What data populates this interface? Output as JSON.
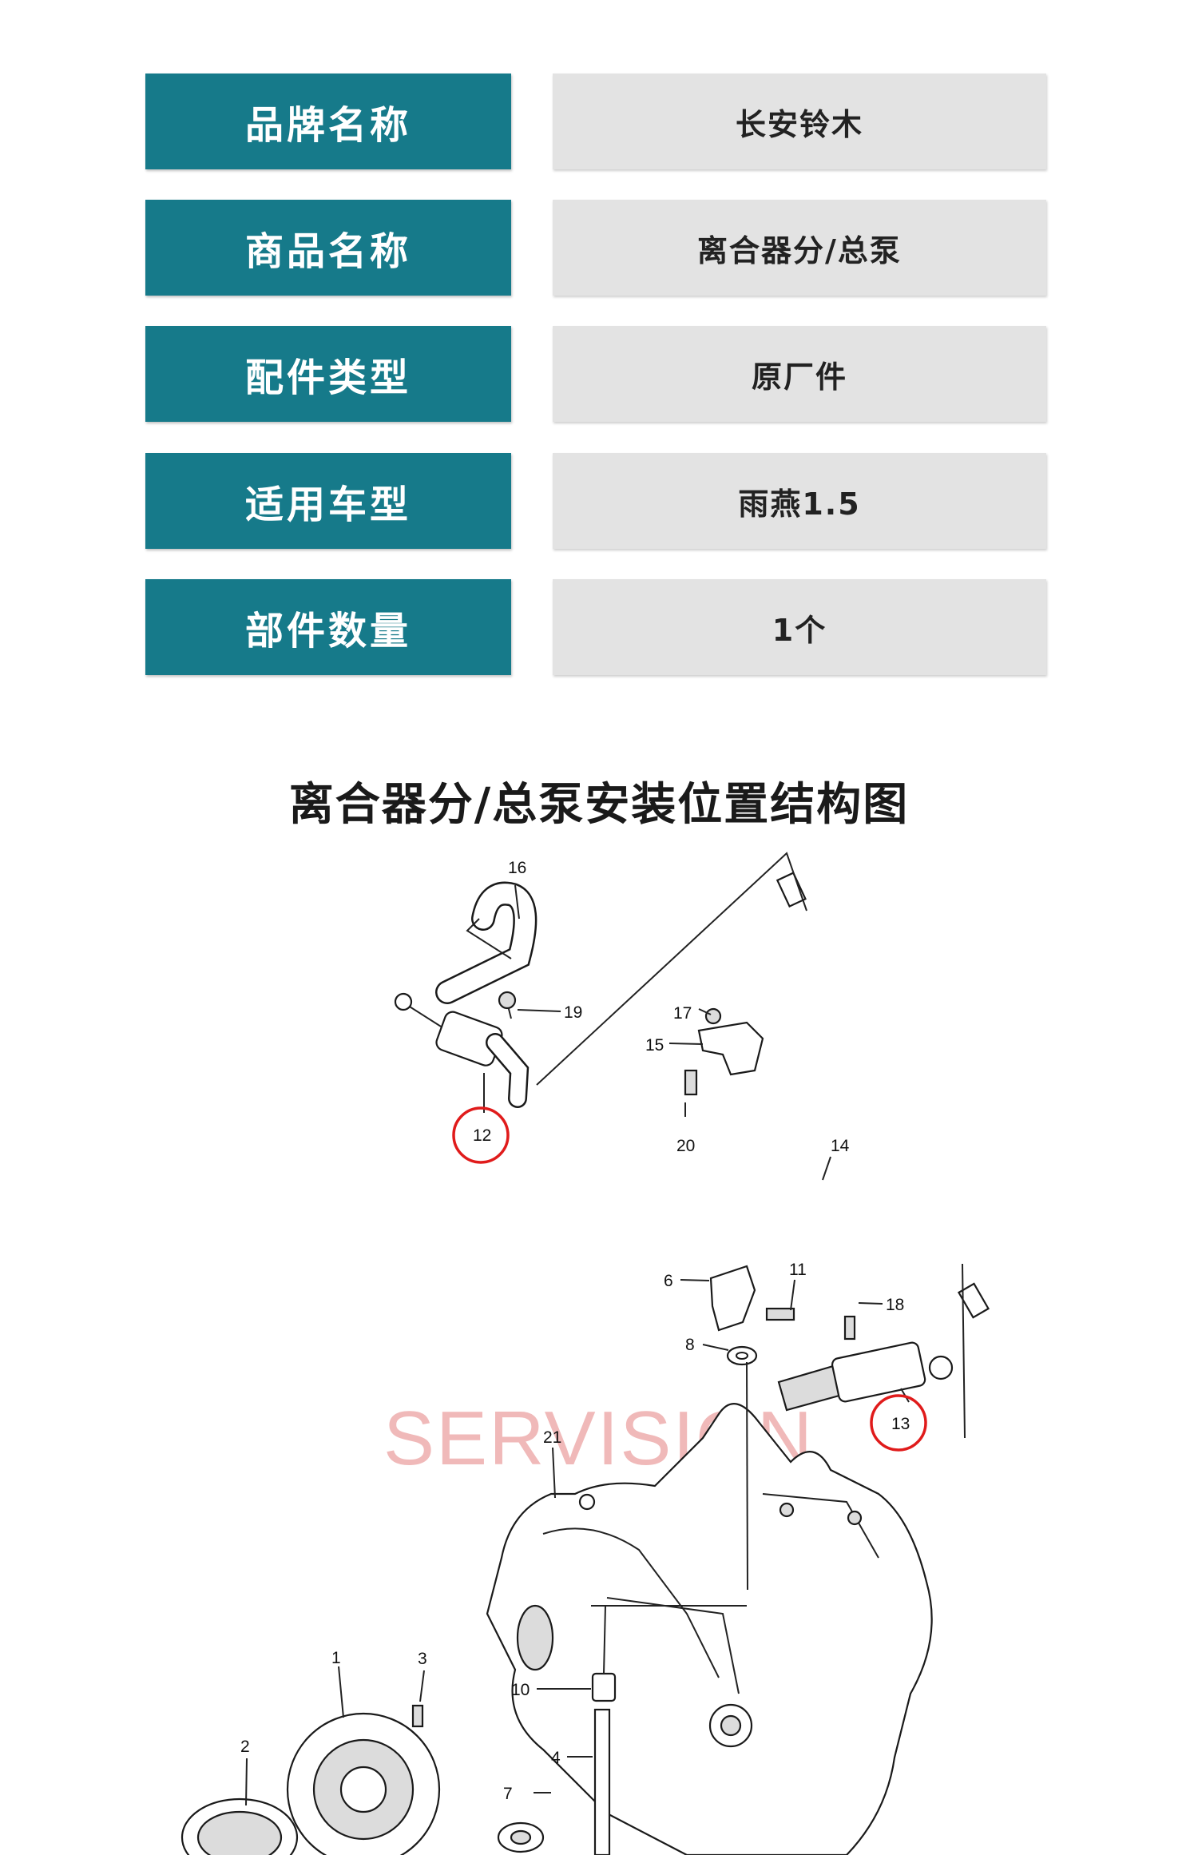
{
  "specs": [
    {
      "key": "品牌名称",
      "value": "长安铃木"
    },
    {
      "key": "商品名称",
      "value": "离合器分/总泵"
    },
    {
      "key": "配件类型",
      "value": "原厂件"
    },
    {
      "key": "适用车型",
      "value": "雨燕1.5"
    },
    {
      "key": "部件数量",
      "value": "1个"
    }
  ],
  "diagram": {
    "title": "离合器分/总泵安装位置结构图",
    "watermark": "SERVISION",
    "callouts": [
      "16",
      "19",
      "17",
      "15",
      "20",
      "14",
      "12",
      "11",
      "6",
      "18",
      "8",
      "13",
      "21",
      "1",
      "3",
      "10",
      "2",
      "4",
      "7"
    ],
    "highlight_color": "#e01b1b"
  },
  "colors": {
    "key_bg": "#167a8a",
    "value_bg": "#e3e3e3"
  }
}
